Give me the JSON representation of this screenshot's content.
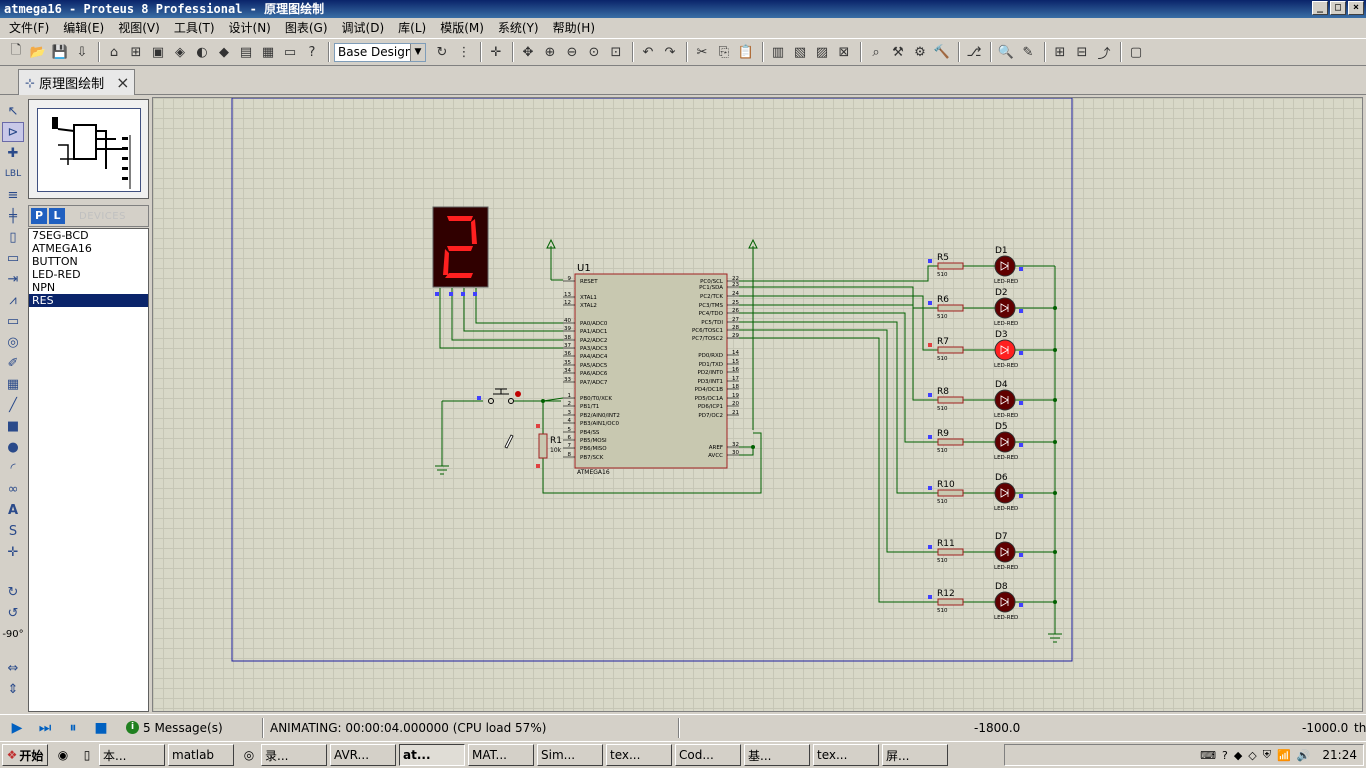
{
  "window": {
    "title": "atmega16 - Proteus 8 Professional - 原理图绘制",
    "buttons": [
      "_",
      "□",
      "×"
    ]
  },
  "menu": [
    "文件(F)",
    "编辑(E)",
    "视图(V)",
    "工具(T)",
    "设计(N)",
    "图表(G)",
    "调试(D)",
    "库(L)",
    "模版(M)",
    "系统(Y)",
    "帮助(H)"
  ],
  "toolbar": {
    "design_variant": "Base Design"
  },
  "tab": {
    "label": "原理图绘制",
    "close": "×"
  },
  "devices": {
    "header_p": "P",
    "header_l": "L",
    "header_label": "DEVICES",
    "items": [
      "7SEG-BCD",
      "ATMEGA16",
      "BUTTON",
      "LED-RED",
      "NPN",
      "RES"
    ],
    "selected_index": 5
  },
  "rotation": {
    "label": "-90°"
  },
  "schematic": {
    "mcu_ref": "U1",
    "mcu_part": "ATMEGA16",
    "mcu_left_pins": [
      {
        "num": "9",
        "name": "RESET"
      },
      {
        "num": "13",
        "name": "XTAL1"
      },
      {
        "num": "12",
        "name": "XTAL2"
      },
      {
        "num": "40",
        "name": "PA0/ADC0"
      },
      {
        "num": "39",
        "name": "PA1/ADC1"
      },
      {
        "num": "38",
        "name": "PA2/ADC2"
      },
      {
        "num": "37",
        "name": "PA3/ADC3"
      },
      {
        "num": "36",
        "name": "PA4/ADC4"
      },
      {
        "num": "35",
        "name": "PA5/ADC5"
      },
      {
        "num": "34",
        "name": "PA6/ADC6"
      },
      {
        "num": "33",
        "name": "PA7/ADC7"
      },
      {
        "num": "1",
        "name": "PB0/T0/XCK"
      },
      {
        "num": "2",
        "name": "PB1/T1"
      },
      {
        "num": "3",
        "name": "PB2/AIN0/INT2"
      },
      {
        "num": "4",
        "name": "PB3/AIN1/OC0"
      },
      {
        "num": "5",
        "name": "PB4/SS"
      },
      {
        "num": "6",
        "name": "PB5/MOSI"
      },
      {
        "num": "7",
        "name": "PB6/MISO"
      },
      {
        "num": "8",
        "name": "PB7/SCK"
      }
    ],
    "mcu_right_pins": [
      {
        "num": "22",
        "name": "PC0/SCL"
      },
      {
        "num": "23",
        "name": "PC1/SDA"
      },
      {
        "num": "24",
        "name": "PC2/TCK"
      },
      {
        "num": "25",
        "name": "PC3/TMS"
      },
      {
        "num": "26",
        "name": "PC4/TDO"
      },
      {
        "num": "27",
        "name": "PC5/TDI"
      },
      {
        "num": "28",
        "name": "PC6/TOSC1"
      },
      {
        "num": "29",
        "name": "PC7/TOSC2"
      },
      {
        "num": "14",
        "name": "PD0/RXD"
      },
      {
        "num": "15",
        "name": "PD1/TXD"
      },
      {
        "num": "16",
        "name": "PD2/INT0"
      },
      {
        "num": "17",
        "name": "PD3/INT1"
      },
      {
        "num": "18",
        "name": "PD4/OC1B"
      },
      {
        "num": "19",
        "name": "PD5/OC1A"
      },
      {
        "num": "20",
        "name": "PD6/ICP1"
      },
      {
        "num": "21",
        "name": "PD7/OC2"
      },
      {
        "num": "32",
        "name": "AREF"
      },
      {
        "num": "30",
        "name": "AVCC"
      }
    ],
    "seg_digit": "2",
    "r1": {
      "ref": "R1",
      "value": "10k"
    },
    "leds": [
      {
        "res": "R5",
        "res_value": "510",
        "led": "D1",
        "part": "LED-RED",
        "lit": false
      },
      {
        "res": "R6",
        "res_value": "510",
        "led": "D2",
        "part": "LED-RED",
        "lit": false
      },
      {
        "res": "R7",
        "res_value": "510",
        "led": "D3",
        "part": "LED-RED",
        "lit": true
      },
      {
        "res": "R8",
        "res_value": "510",
        "led": "D4",
        "part": "LED-RED",
        "lit": false
      },
      {
        "res": "R9",
        "res_value": "510",
        "led": "D5",
        "part": "LED-RED",
        "lit": false
      },
      {
        "res": "R10",
        "res_value": "510",
        "led": "D6",
        "part": "LED-RED",
        "lit": false
      },
      {
        "res": "R11",
        "res_value": "510",
        "led": "D7",
        "part": "LED-RED",
        "lit": false
      },
      {
        "res": "R12",
        "res_value": "510",
        "led": "D8",
        "part": "LED-RED",
        "lit": false
      }
    ]
  },
  "status": {
    "messages": "5 Message(s)",
    "animating": "ANIMATING: 00:00:04.000000 (CPU load 57%)",
    "x": "-1800.0",
    "y": "-1000.0",
    "unit": "th"
  },
  "taskbar": {
    "start": "开始",
    "tasks": [
      "本...",
      "matlab",
      "录...",
      "AVR...",
      "at...",
      "MAT...",
      "Sim...",
      "tex...",
      "Cod...",
      "基...",
      "tex...",
      "屏..."
    ],
    "active_index": 4,
    "clock": "21:24"
  },
  "colors": {
    "wire": "#006000",
    "led_lit": "#ff2020",
    "led_off": "#600000",
    "segment": "#ff2020"
  }
}
